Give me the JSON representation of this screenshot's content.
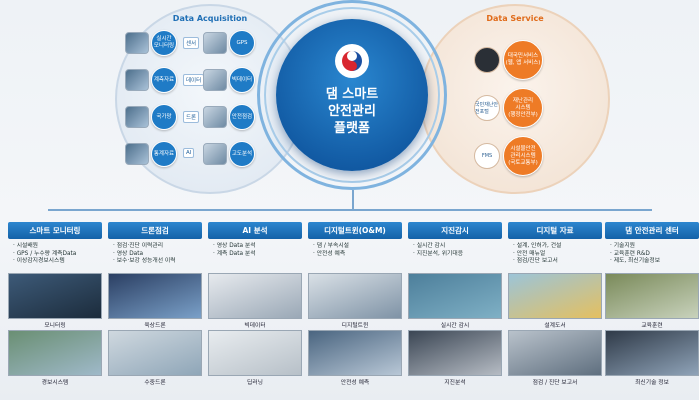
{
  "acquisition": {
    "title": "Data Acquisition",
    "rows": [
      {
        "left_label": "실시간\n모니터링",
        "mid_label": "센서",
        "right_label": "GPS"
      },
      {
        "left_label": "계측자료",
        "mid_label": "데이터",
        "right_label": "빅데이터"
      },
      {
        "left_label": "국가망",
        "mid_label": "드론",
        "right_label": "안전점검"
      },
      {
        "left_label": "통계자료",
        "mid_label": "AI",
        "right_label": "고도분석"
      }
    ]
  },
  "center": {
    "title_lines": [
      "댐 스마트",
      "안전관리",
      "플랫폼"
    ]
  },
  "service": {
    "title": "Data Service",
    "items": [
      {
        "thumb": "",
        "label": "대국민서비스\n(웹, 앱 서비스)"
      },
      {
        "thumb": "국민재난안전포털",
        "label": "재난관리\n시스템\n(행정안전부)"
      },
      {
        "thumb": "FMS",
        "label": "시설물안전\n관리시스템\n(국토교통부)"
      }
    ]
  },
  "columns": [
    {
      "header": "스마트 모니터링",
      "bullets": [
        "시설배원",
        "GPS / 누수량 계측Data",
        "이상감지경보시스템"
      ],
      "captions": [
        "모니터링",
        "경보시스템"
      ]
    },
    {
      "header": "드론점검",
      "bullets": [
        "점검·진단 이력관리",
        "영상 Data",
        "보수·보강 성능개선 이력"
      ],
      "captions": [
        "육상드론",
        "수중드론"
      ]
    },
    {
      "header": "AI 분석",
      "bullets": [
        "영상 Data 분석",
        "계측 Data 분석"
      ],
      "captions": [
        "빅데이터",
        "딥러닝"
      ]
    },
    {
      "header": "디지털트윈(O&M)",
      "bullets": [
        "댐 / 부속시설",
        "안전성 예측"
      ],
      "captions": [
        "디지털트윈",
        "안전성 예측"
      ]
    },
    {
      "header": "지진감시",
      "bullets": [
        "실시간 감시",
        "지진분석, 위기대응"
      ],
      "captions": [
        "실시간 감시",
        "지진분석"
      ]
    },
    {
      "header": "디지털 자료",
      "bullets": [
        "설계, 인허가, 건설",
        "안전 매뉴얼",
        "점검/진단 보고서"
      ],
      "captions": [
        "설계도서",
        "점검 / 진단 보고서"
      ]
    },
    {
      "header": "댐 안전관리 센터",
      "bullets": [
        "기술지원",
        "교육훈련 R&D",
        "제도, 최신기술정보"
      ],
      "captions": [
        "교육훈련",
        "최신기술 정보"
      ]
    }
  ],
  "colors": {
    "primary_blue": "#1f7bc6",
    "service_orange": "#ee7b26",
    "acq_title": "#1f6fb5",
    "svc_title": "#e06b1a"
  }
}
